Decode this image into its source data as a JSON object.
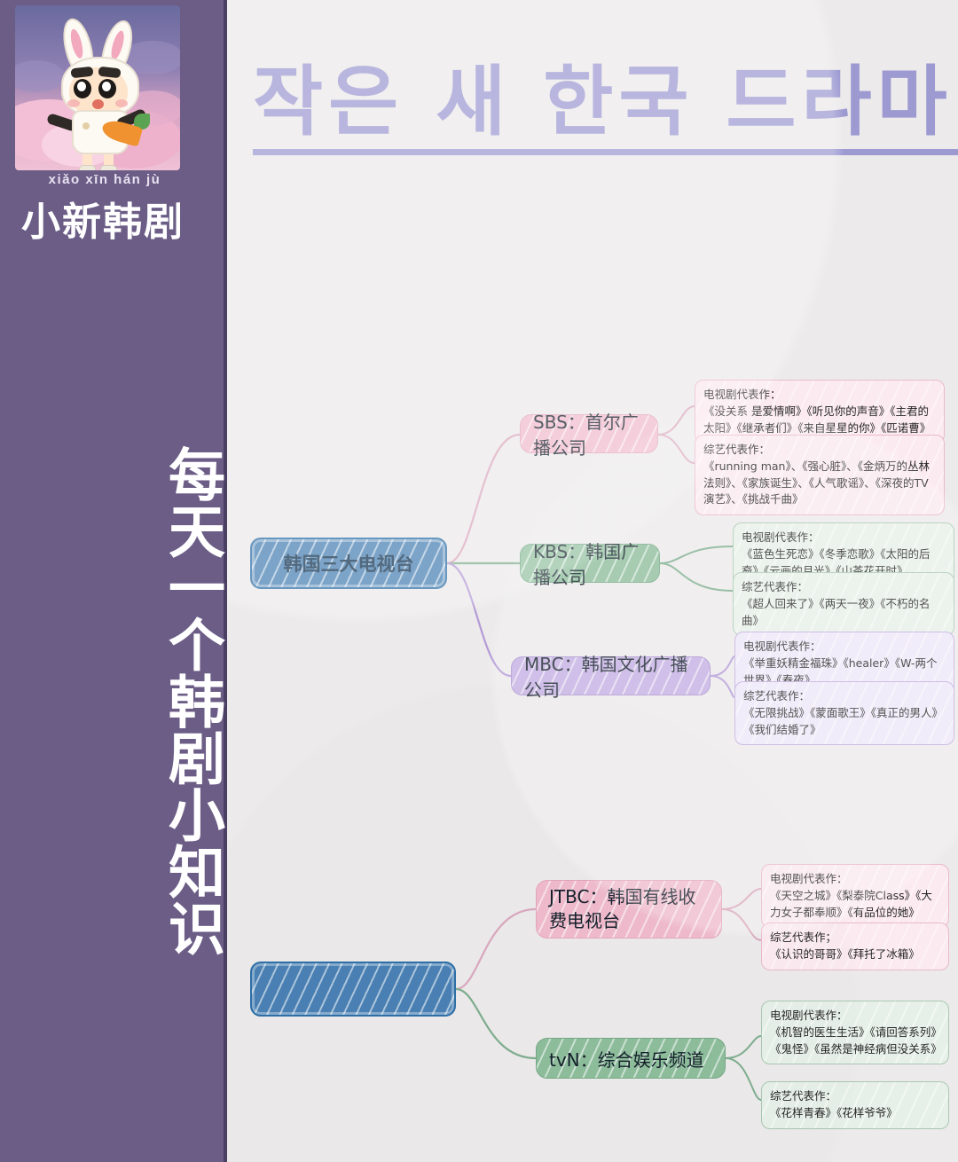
{
  "sidebar": {
    "logo": {
      "pinyin": "xiǎo xīn hán  jù",
      "brand": "小新韩剧",
      "image_alt": "蜡笔小新兔子装头像"
    },
    "vertical_slogan": "每天一个韩剧小知识"
  },
  "header": {
    "title": "작은 새 한국 드라마",
    "accent_color": "#9d9ad2"
  },
  "mindmap": {
    "roots": [
      {
        "id": "root1",
        "label": "韩国三大电视台",
        "color": "#4a81b4"
      },
      {
        "id": "root2",
        "label": "",
        "color": "#4a81b4",
        "blurred": true
      }
    ],
    "branches": [
      {
        "id": "sbs",
        "label": "SBS：首尔广播公司",
        "color": "#f0bccd",
        "theme": "pink",
        "parent": "root1",
        "leaves": [
          {
            "title": "电视剧代表作：",
            "body": "《没关系 是爱情啊》《听见你的声音》《主君的太阳》《继承者们》《来自星星的你》《匹诺曹》"
          },
          {
            "title": "综艺代表作：",
            "body": "《running man》、《强心脏》、《金炳万的丛林法则》、《家族诞生》、《人气歌谣》、《深夜的TV演艺》、《挑战千曲》"
          }
        ]
      },
      {
        "id": "kbs",
        "label": "KBS：韩国广播公司",
        "color": "#8fbe9d",
        "theme": "green",
        "parent": "root1",
        "leaves": [
          {
            "title": "电视剧代表作：",
            "body": "《蓝色生死恋》《冬季恋歌》《太阳的后裔》《云画的月光》《山茶花开时》"
          },
          {
            "title": "综艺代表作：",
            "body": "《超人回来了》《两天一夜》《不朽的名曲》"
          }
        ]
      },
      {
        "id": "mbc",
        "label": "MBC：韩国文化广播公司",
        "color": "#c4afe2",
        "theme": "purple",
        "parent": "root1",
        "leaves": [
          {
            "title": "电视剧代表作：",
            "body": "《举重妖精金福珠》《healer》《W-两个世界》《春夜》"
          },
          {
            "title": "综艺代表作：",
            "body": "《无限挑战》《蒙面歌王》《真正的男人》《我们结婚了》"
          }
        ]
      },
      {
        "id": "jtbc",
        "label": "JTBC：韩国有线收费电视台",
        "color": "#f0bccd",
        "theme": "pink",
        "parent": "root2",
        "leaves": [
          {
            "title": "电视剧代表作：",
            "body": "《天空之城》《梨泰院Class》《大力女子都奉顺》《有品位的她》"
          },
          {
            "title": "综艺代表作；",
            "body": "《认识的哥哥》《拜托了冰箱》"
          }
        ]
      },
      {
        "id": "tvn",
        "label": "tvN：综合娱乐频道",
        "color": "#8fbe9d",
        "theme": "green",
        "parent": "root2",
        "leaves": [
          {
            "title": "电视剧代表作：",
            "body": "《机智的医生生活》《请回答系列》《鬼怪》《虽然是神经病但没关系》"
          },
          {
            "title": "综艺代表作：",
            "body": "《花样青春》《花样爷爷》"
          }
        ]
      }
    ]
  }
}
